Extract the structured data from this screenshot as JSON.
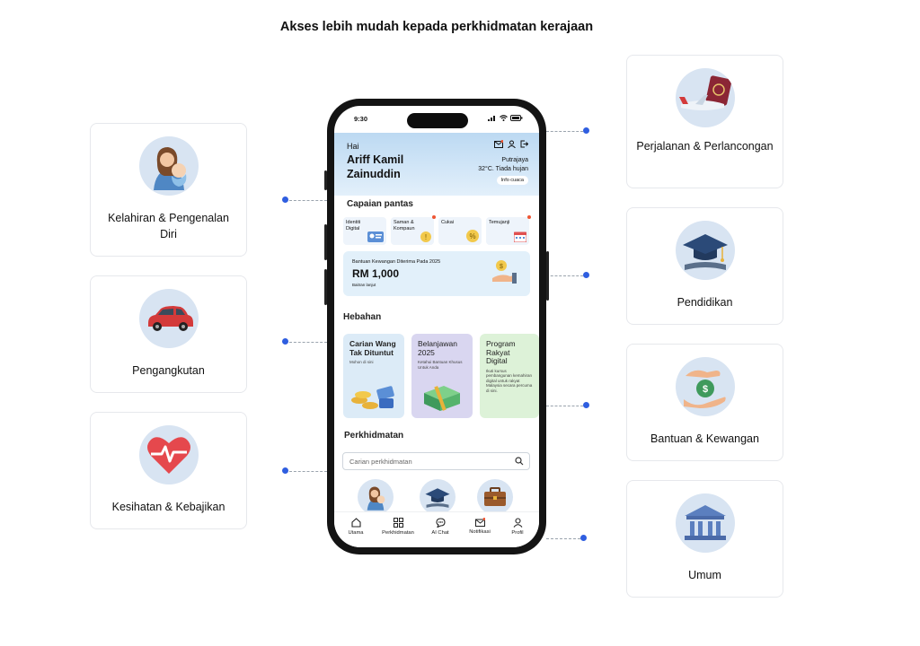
{
  "headline": "Akses lebih mudah kepada perkhidmatan kerajaan",
  "left_cards": [
    {
      "label": "Kelahiran & Pengenalan Diri",
      "icon": "mother-baby-icon"
    },
    {
      "label": "Pengangkutan",
      "icon": "car-icon"
    },
    {
      "label": "Kesihatan & Kebajikan",
      "icon": "heart-pulse-icon"
    }
  ],
  "right_cards": [
    {
      "label": "Perjalanan & Perlancongan",
      "icon": "plane-passport-icon"
    },
    {
      "label": "Pendidikan",
      "icon": "graduation-cap-icon"
    },
    {
      "label": "Bantuan & Kewangan",
      "icon": "hand-money-icon"
    },
    {
      "label": "Umum",
      "icon": "government-building-icon"
    }
  ],
  "phone": {
    "status_time": "9:30",
    "greeting": "Hai",
    "user_name": "Ariff Kamil Zainuddin",
    "location": "Putrajaya",
    "weather": "32°C. Tiada hujan",
    "weather_button": "Info cuaca",
    "quick_access_title": "Capaian pantas",
    "quick_access": [
      {
        "label": "Identiti Digital",
        "badge": false
      },
      {
        "label": "Saman & Kompaun",
        "badge": true
      },
      {
        "label": "Cukai",
        "badge": false
      },
      {
        "label": "Temujanji",
        "badge": true
      }
    ],
    "banner": {
      "title": "Bantuan Kewangan Diterima Pada 2025",
      "amount": "RM 1,000",
      "link": "Baitran lanjut"
    },
    "promo_title": "Hebahan",
    "promos": [
      {
        "title": "Carian Wang Tak Dituntut",
        "subtitle": "Mohon di sini",
        "bg": "#dcebf7"
      },
      {
        "title": "Belanjawan 2025",
        "subtitle": "Ketahui Bantuan Khusus Untuk Anda",
        "bg": "#d9d6f0"
      },
      {
        "title": "Program Rakyat Digital",
        "subtitle": "Ikuti kursus pembangunan kemahiran digital untuk rakyat Malaysia secara percuma di sini.",
        "bg": "#ddf2d8"
      }
    ],
    "services_title": "Perkhidmatan",
    "search_placeholder": "Carian perkhidmatan",
    "nav": [
      {
        "label": "Utama",
        "icon": "home-icon"
      },
      {
        "label": "Perkhidmatan",
        "icon": "grid-icon"
      },
      {
        "label": "AI Chat",
        "icon": "chat-icon"
      },
      {
        "label": "Notifikasi",
        "icon": "mail-icon"
      },
      {
        "label": "Profil",
        "icon": "user-icon"
      }
    ]
  },
  "colors": {
    "accent_dot": "#2f5ee0",
    "icon_circle": "#d8e4f2",
    "hero_top": "#bcd9f2"
  }
}
